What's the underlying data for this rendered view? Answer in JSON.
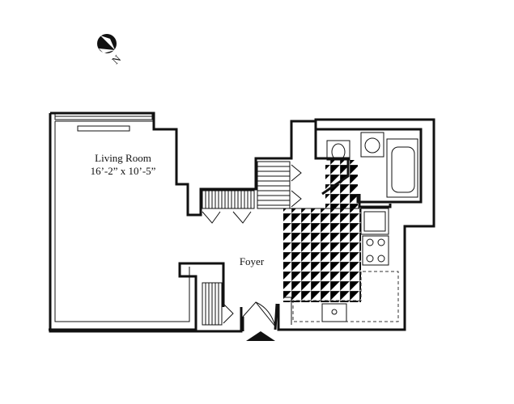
{
  "compass": {
    "north_label": "N",
    "icon": "compass-icon"
  },
  "rooms": [
    {
      "name": "Living Room",
      "dimensions": "16’-2” x 10’-5”"
    },
    {
      "name": "Foyer",
      "dimensions": ""
    }
  ],
  "entry": {
    "icon": "entry-arrow-icon"
  }
}
